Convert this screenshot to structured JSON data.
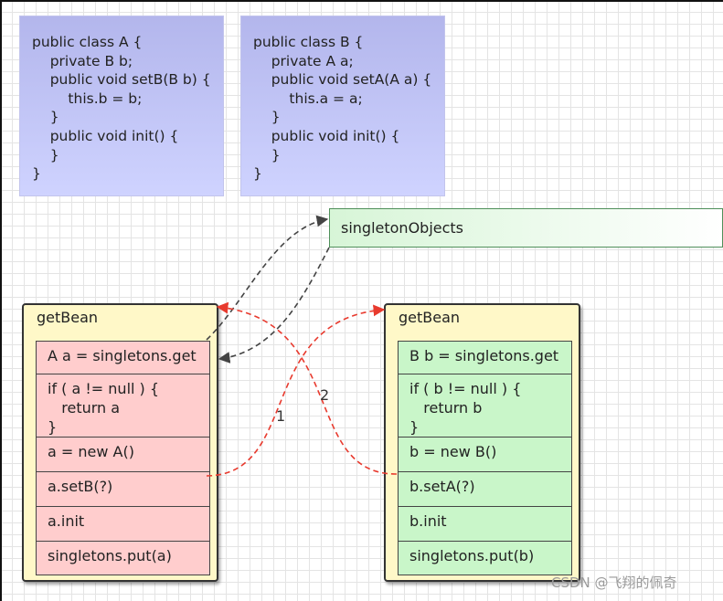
{
  "class_a": {
    "lines": [
      "public class A {",
      "    private B b;",
      "    public void setB(B b) {",
      "        this.b = b;",
      "    }",
      "    public void init() {",
      "    }",
      "}"
    ]
  },
  "class_b": {
    "lines": [
      "public class B {",
      "    private A a;",
      "    public void setA(A a) {",
      "        this.a = a;",
      "    }",
      "    public void init() {",
      "    }",
      "}"
    ]
  },
  "store": {
    "label": "singletonObjects"
  },
  "getbean_a": {
    "title": "getBean",
    "steps": [
      [
        "A a = singletons.get"
      ],
      [
        "if ( a != null ) {",
        "   return a",
        "}"
      ],
      [
        "a = new A()"
      ],
      [
        "a.setB(?)"
      ],
      [
        "a.init"
      ],
      [
        "singletons.put(a)"
      ]
    ]
  },
  "getbean_b": {
    "title": "getBean",
    "steps": [
      [
        "B b = singletons.get"
      ],
      [
        "if ( b != null ) {",
        "   return b",
        "}"
      ],
      [
        "b = new B()"
      ],
      [
        "b.setA(?)"
      ],
      [
        "b.init"
      ],
      [
        "singletons.put(b)"
      ]
    ]
  },
  "arrows": {
    "label_1": "1",
    "label_2": "2"
  },
  "colors": {
    "gray_arrow": "#444444",
    "red_arrow": "#e83a2e"
  },
  "watermark": "CSDN @飞翔的佩奇"
}
